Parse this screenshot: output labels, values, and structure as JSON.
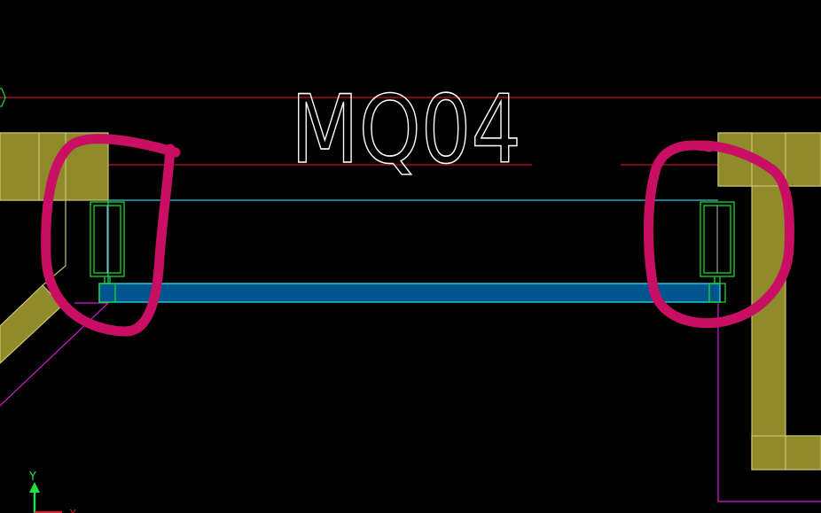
{
  "drawing": {
    "label": "MQ04",
    "axis_y_label": "Y",
    "axis_x_label": "X"
  },
  "colors": {
    "background": "#000000",
    "wall": "#8f8a2a",
    "wall_outline": "#c9c275",
    "red_line": "#c8141e",
    "cyan": "#34c9d6",
    "blue_fill": "#00558f",
    "green": "#18d62c",
    "magenta": "#d21ad6",
    "annotation": "#c90f63",
    "text": "#ffffff",
    "axis_y": "#1de24a",
    "axis_x": "#e01e2b"
  },
  "icons": {
    "ucs": "ucs-axis-icon"
  }
}
